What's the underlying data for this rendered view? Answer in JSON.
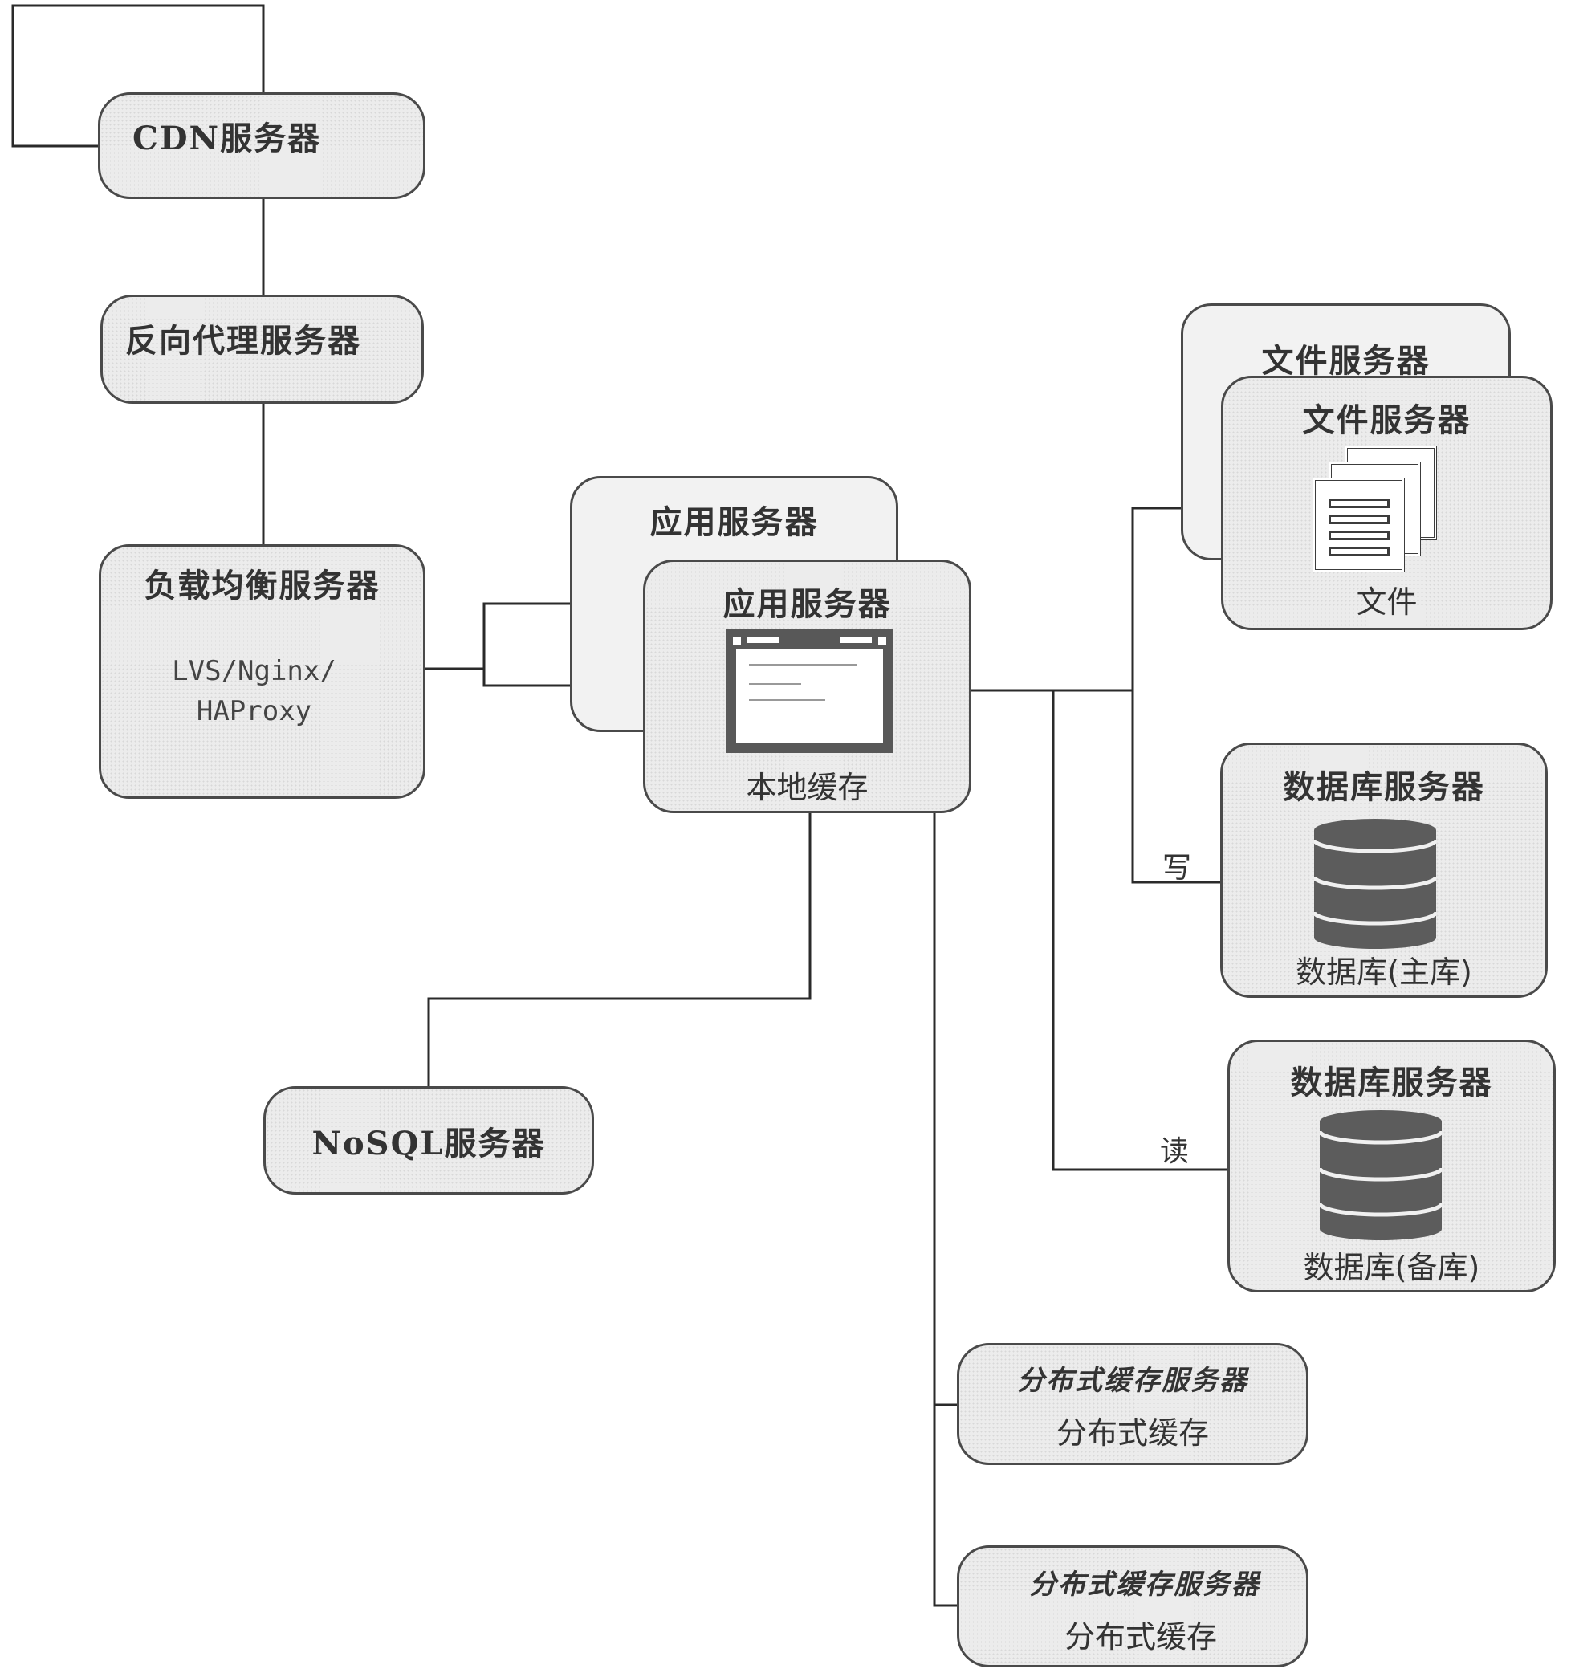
{
  "diagram": {
    "nodes": {
      "cdn": {
        "title": "CDN服务器"
      },
      "reverse_proxy": {
        "title": "反向代理服务器"
      },
      "load_balancer": {
        "title": "负载均衡服务器",
        "detail_line1": "LVS/Nginx/",
        "detail_line2": "HAProxy"
      },
      "app_server_back": {
        "title": "应用服务器"
      },
      "app_server_front": {
        "title": "应用服务器",
        "icon": "window-icon",
        "caption": "本地缓存"
      },
      "file_server_back": {
        "title": "文件服务器"
      },
      "file_server_front": {
        "title": "文件服务器",
        "icon": "file-stack-icon",
        "caption": "文件"
      },
      "db_master": {
        "title": "数据库服务器",
        "icon": "database-icon",
        "caption": "数据库(主库)"
      },
      "db_slave": {
        "title": "数据库服务器",
        "icon": "database-icon",
        "caption": "数据库(备库)"
      },
      "nosql": {
        "title": "NoSQL服务器"
      },
      "dist_cache_1": {
        "title": "分布式缓存服务器",
        "caption": "分布式缓存"
      },
      "dist_cache_2": {
        "title": "分布式缓存服务器",
        "caption": "分布式缓存"
      }
    },
    "edge_labels": {
      "write": "写",
      "read": "读"
    },
    "colors": {
      "line": "#2a2a2a",
      "node_border": "#4a4a4a",
      "node_fill": "#ececec",
      "icon_fill": "#585858"
    }
  }
}
